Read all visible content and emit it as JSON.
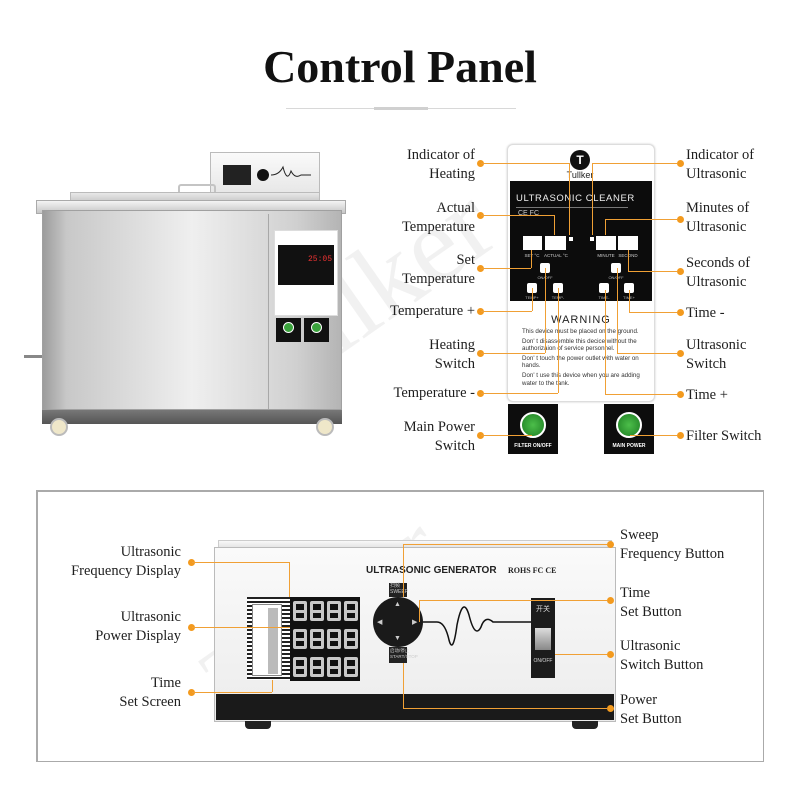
{
  "title": "Control Panel",
  "watermark": "Tullker",
  "top_section": {
    "left_labels": [
      {
        "id": "indicator-of-heating",
        "text": "Indicator of\nHeating"
      },
      {
        "id": "actual-temperature",
        "text": "Actual\nTemperature"
      },
      {
        "id": "set-temperature",
        "text": "Set\nTemperature"
      },
      {
        "id": "temperature-plus",
        "text": "Temperature +"
      },
      {
        "id": "heating-switch",
        "text": "Heating\nSwitch"
      },
      {
        "id": "temperature-minus",
        "text": "Temperature -"
      },
      {
        "id": "main-power-switch",
        "text": "Main Power\nSwitch"
      }
    ],
    "right_labels": [
      {
        "id": "indicator-of-ultrasonic",
        "text": "Indicator of\nUltrasonic"
      },
      {
        "id": "minutes-of-ultrasonic",
        "text": "Minutes of\nUltrasonic"
      },
      {
        "id": "seconds-of-ultrasonic",
        "text": "Seconds of\nUltrasonic"
      },
      {
        "id": "time-minus",
        "text": "Time -"
      },
      {
        "id": "ultrasonic-switch",
        "text": "Ultrasonic\nSwitch"
      },
      {
        "id": "time-plus",
        "text": "Time +"
      },
      {
        "id": "filter-switch",
        "text": "Filter Switch"
      }
    ],
    "panel": {
      "brand": "Tullker",
      "brand_glyph": "T",
      "heading": "ULTRASONIC CLEANER",
      "certs": "CE FC",
      "display_labels": [
        "SET °C",
        "ACTUAL °C",
        "MINUTE",
        "SECOND"
      ],
      "button_labels": [
        "ON/OFF",
        "TEMP+",
        "TEMP-",
        "ON/OFF",
        "TIME-",
        "TIME+"
      ],
      "warning_title": "WARNING",
      "warning_lines": [
        "This device must be placed on the ground.",
        "Don' t disassemble this decice without the authorizaion of service personnel.",
        "Don' t touch the power outlet with water on hands.",
        "Don' t use this device when you are adding water to the tank."
      ],
      "switches": [
        {
          "id": "filter",
          "label": "FILTER ON/OFF"
        },
        {
          "id": "main-power",
          "label": "MAIN POWER"
        }
      ]
    },
    "mini_display": "25:05"
  },
  "bottom_section": {
    "left_labels": [
      {
        "id": "ultrasonic-frequency-display",
        "text": "Ultrasonic\nFrequency Display"
      },
      {
        "id": "ultrasonic-power-display",
        "text": "Ultrasonic\nPower Display"
      },
      {
        "id": "time-set-screen",
        "text": "Time\nSet Screen"
      }
    ],
    "right_labels": [
      {
        "id": "sweep-frequency-button",
        "text": "Sweep\nFrequency Button"
      },
      {
        "id": "time-set-button",
        "text": "Time\nSet Button"
      },
      {
        "id": "ultrasonic-switch-button",
        "text": "Ultrasonic\nSwitch Button"
      },
      {
        "id": "power-set-button",
        "text": "Power\nSet Button"
      }
    ],
    "generator": {
      "brand": "ULTRASONIC GENERATOR",
      "certs": "ROHS FC CE",
      "switch_top": "开关",
      "switch_bottom": "ON/OFF",
      "keypad_top": "扫频\nSWEEP",
      "keypad_bottom": "启动/停止\nSTART/STOP"
    }
  },
  "colors": {
    "accent_line": "#f0a035",
    "indicator_dot": "#f39a1e",
    "switch_green": "#3aa33c"
  }
}
